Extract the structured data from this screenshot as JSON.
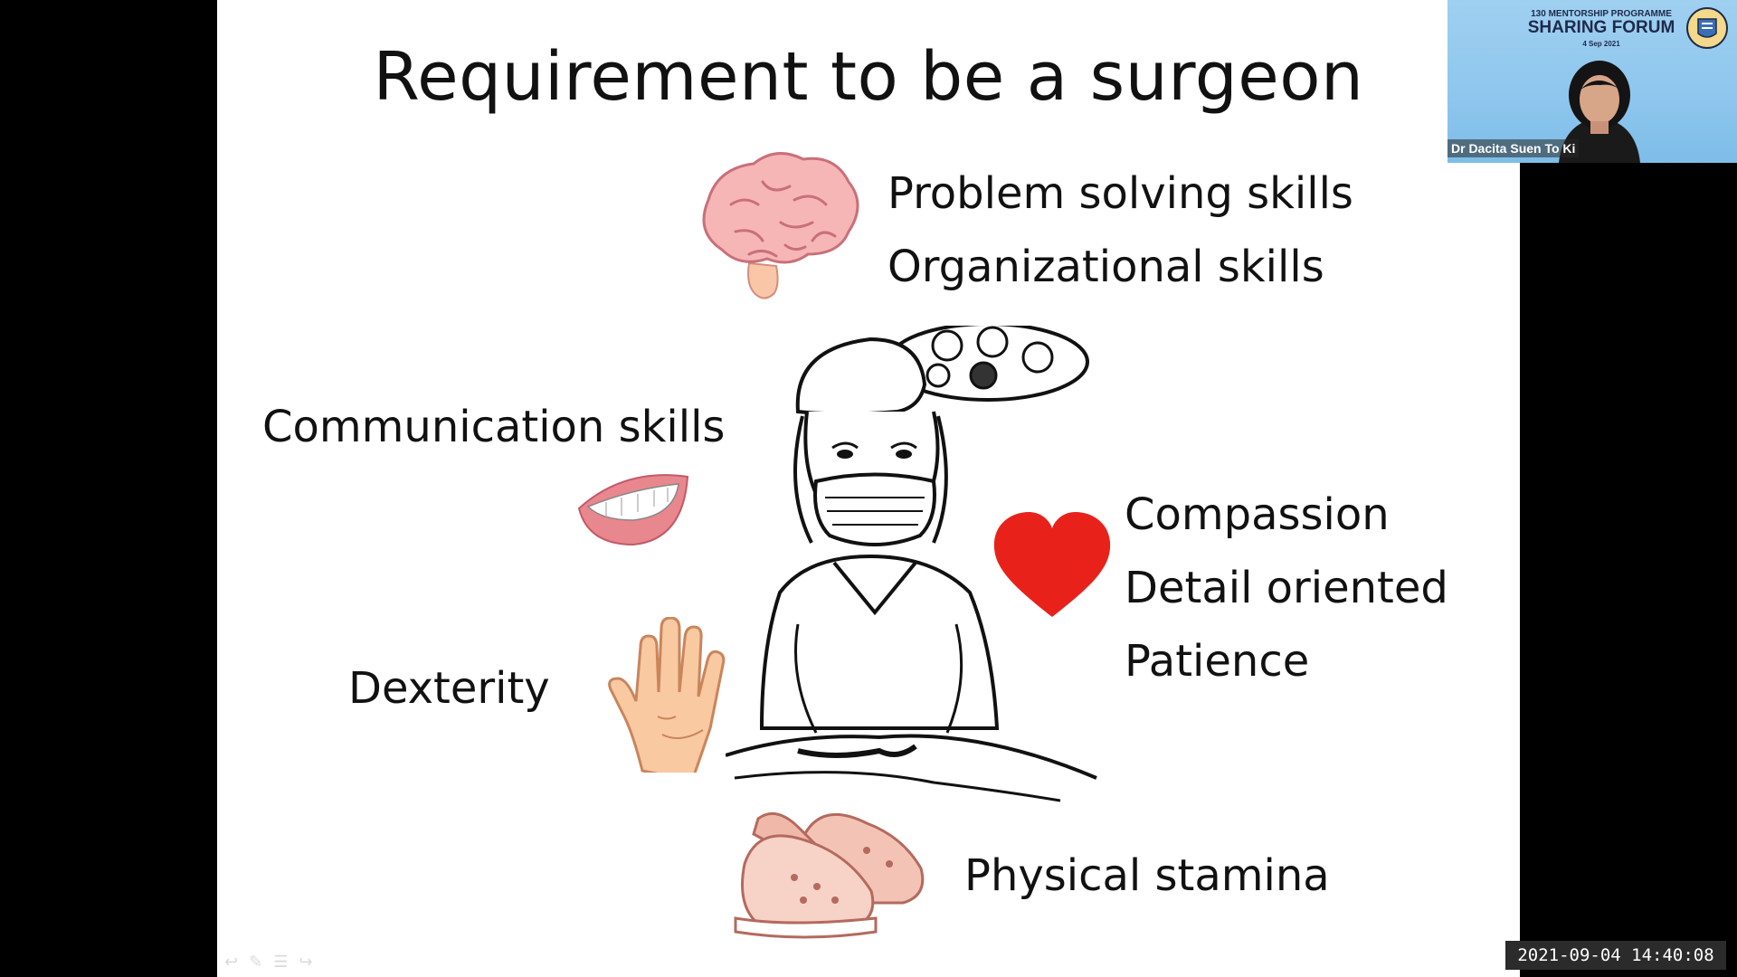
{
  "slide": {
    "title": "Requirement to be a surgeon",
    "skills": {
      "problem_solving": "Problem solving skills",
      "organizational": "Organizational skills",
      "communication": "Communication skills",
      "compassion": "Compassion",
      "detail_oriented": "Detail oriented",
      "patience": "Patience",
      "dexterity": "Dexterity",
      "physical_stamina": "Physical stamina"
    },
    "icons": [
      "brain-icon",
      "mouth-icon",
      "hand-icon",
      "heart-icon",
      "clogs-icon",
      "surgeon-illustration"
    ],
    "colors": {
      "heart": "#e8221b",
      "brain": "#f7b6b6",
      "hand": "#f9c9a1",
      "clogs": "#f0b8a8"
    }
  },
  "video_tile": {
    "banner_line1": "130 MENTORSHIP PROGRAMME",
    "banner_line2": "SHARING FORUM",
    "banner_line3": "4 Sep 2021",
    "participant_name": "Dr Dacita Suen To Ki"
  },
  "timestamp": "2021-09-04 14:40:08"
}
